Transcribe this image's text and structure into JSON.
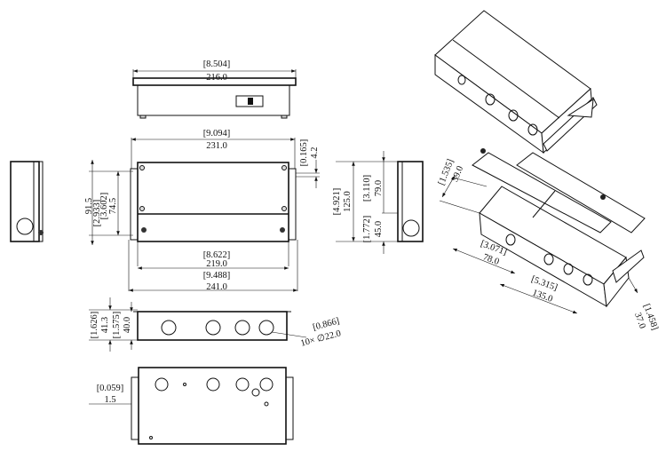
{
  "top_view": {
    "inch": "[8.504]",
    "mm": "216.0"
  },
  "front_view": {
    "overall_inch": "[9.094]",
    "overall_mm": "231.0",
    "inner_inch": "[8.622]",
    "inner_mm": "219.0",
    "flange_inch": "[9.488]",
    "flange_mm": "241.0",
    "height_inch": "[3.602]",
    "height_mm": "91.5",
    "slot_inch": "[2.933]",
    "slot_mm": "74.5",
    "offset_inch": "[0.165]",
    "offset_mm": "4.2"
  },
  "side_view": {
    "total_inch": "[4.921]",
    "total_mm": "125.0",
    "upper_inch": "[3.110]",
    "upper_mm": "79.0",
    "lower_inch": "[1.772]",
    "lower_mm": "45.0"
  },
  "bottom_front_view": {
    "outer_inch": "[1.626]",
    "outer_mm": "41.3",
    "inner_inch": "[1.575]",
    "inner_mm": "40.0",
    "hole_inch": "[0.866]",
    "hole_spec": "10× ∅22.0"
  },
  "bottom_view": {
    "flange_inch": "[0.059]",
    "flange_mm": "1.5"
  },
  "isometric": {
    "lid_inch": "[1.535]",
    "lid_mm": "39.0",
    "left_inch": "[3.071]",
    "left_mm": "78.0",
    "right_inch": "[5.315]",
    "right_mm": "135.0",
    "depth_inch": "[1.458]",
    "depth_mm": "37.0"
  }
}
